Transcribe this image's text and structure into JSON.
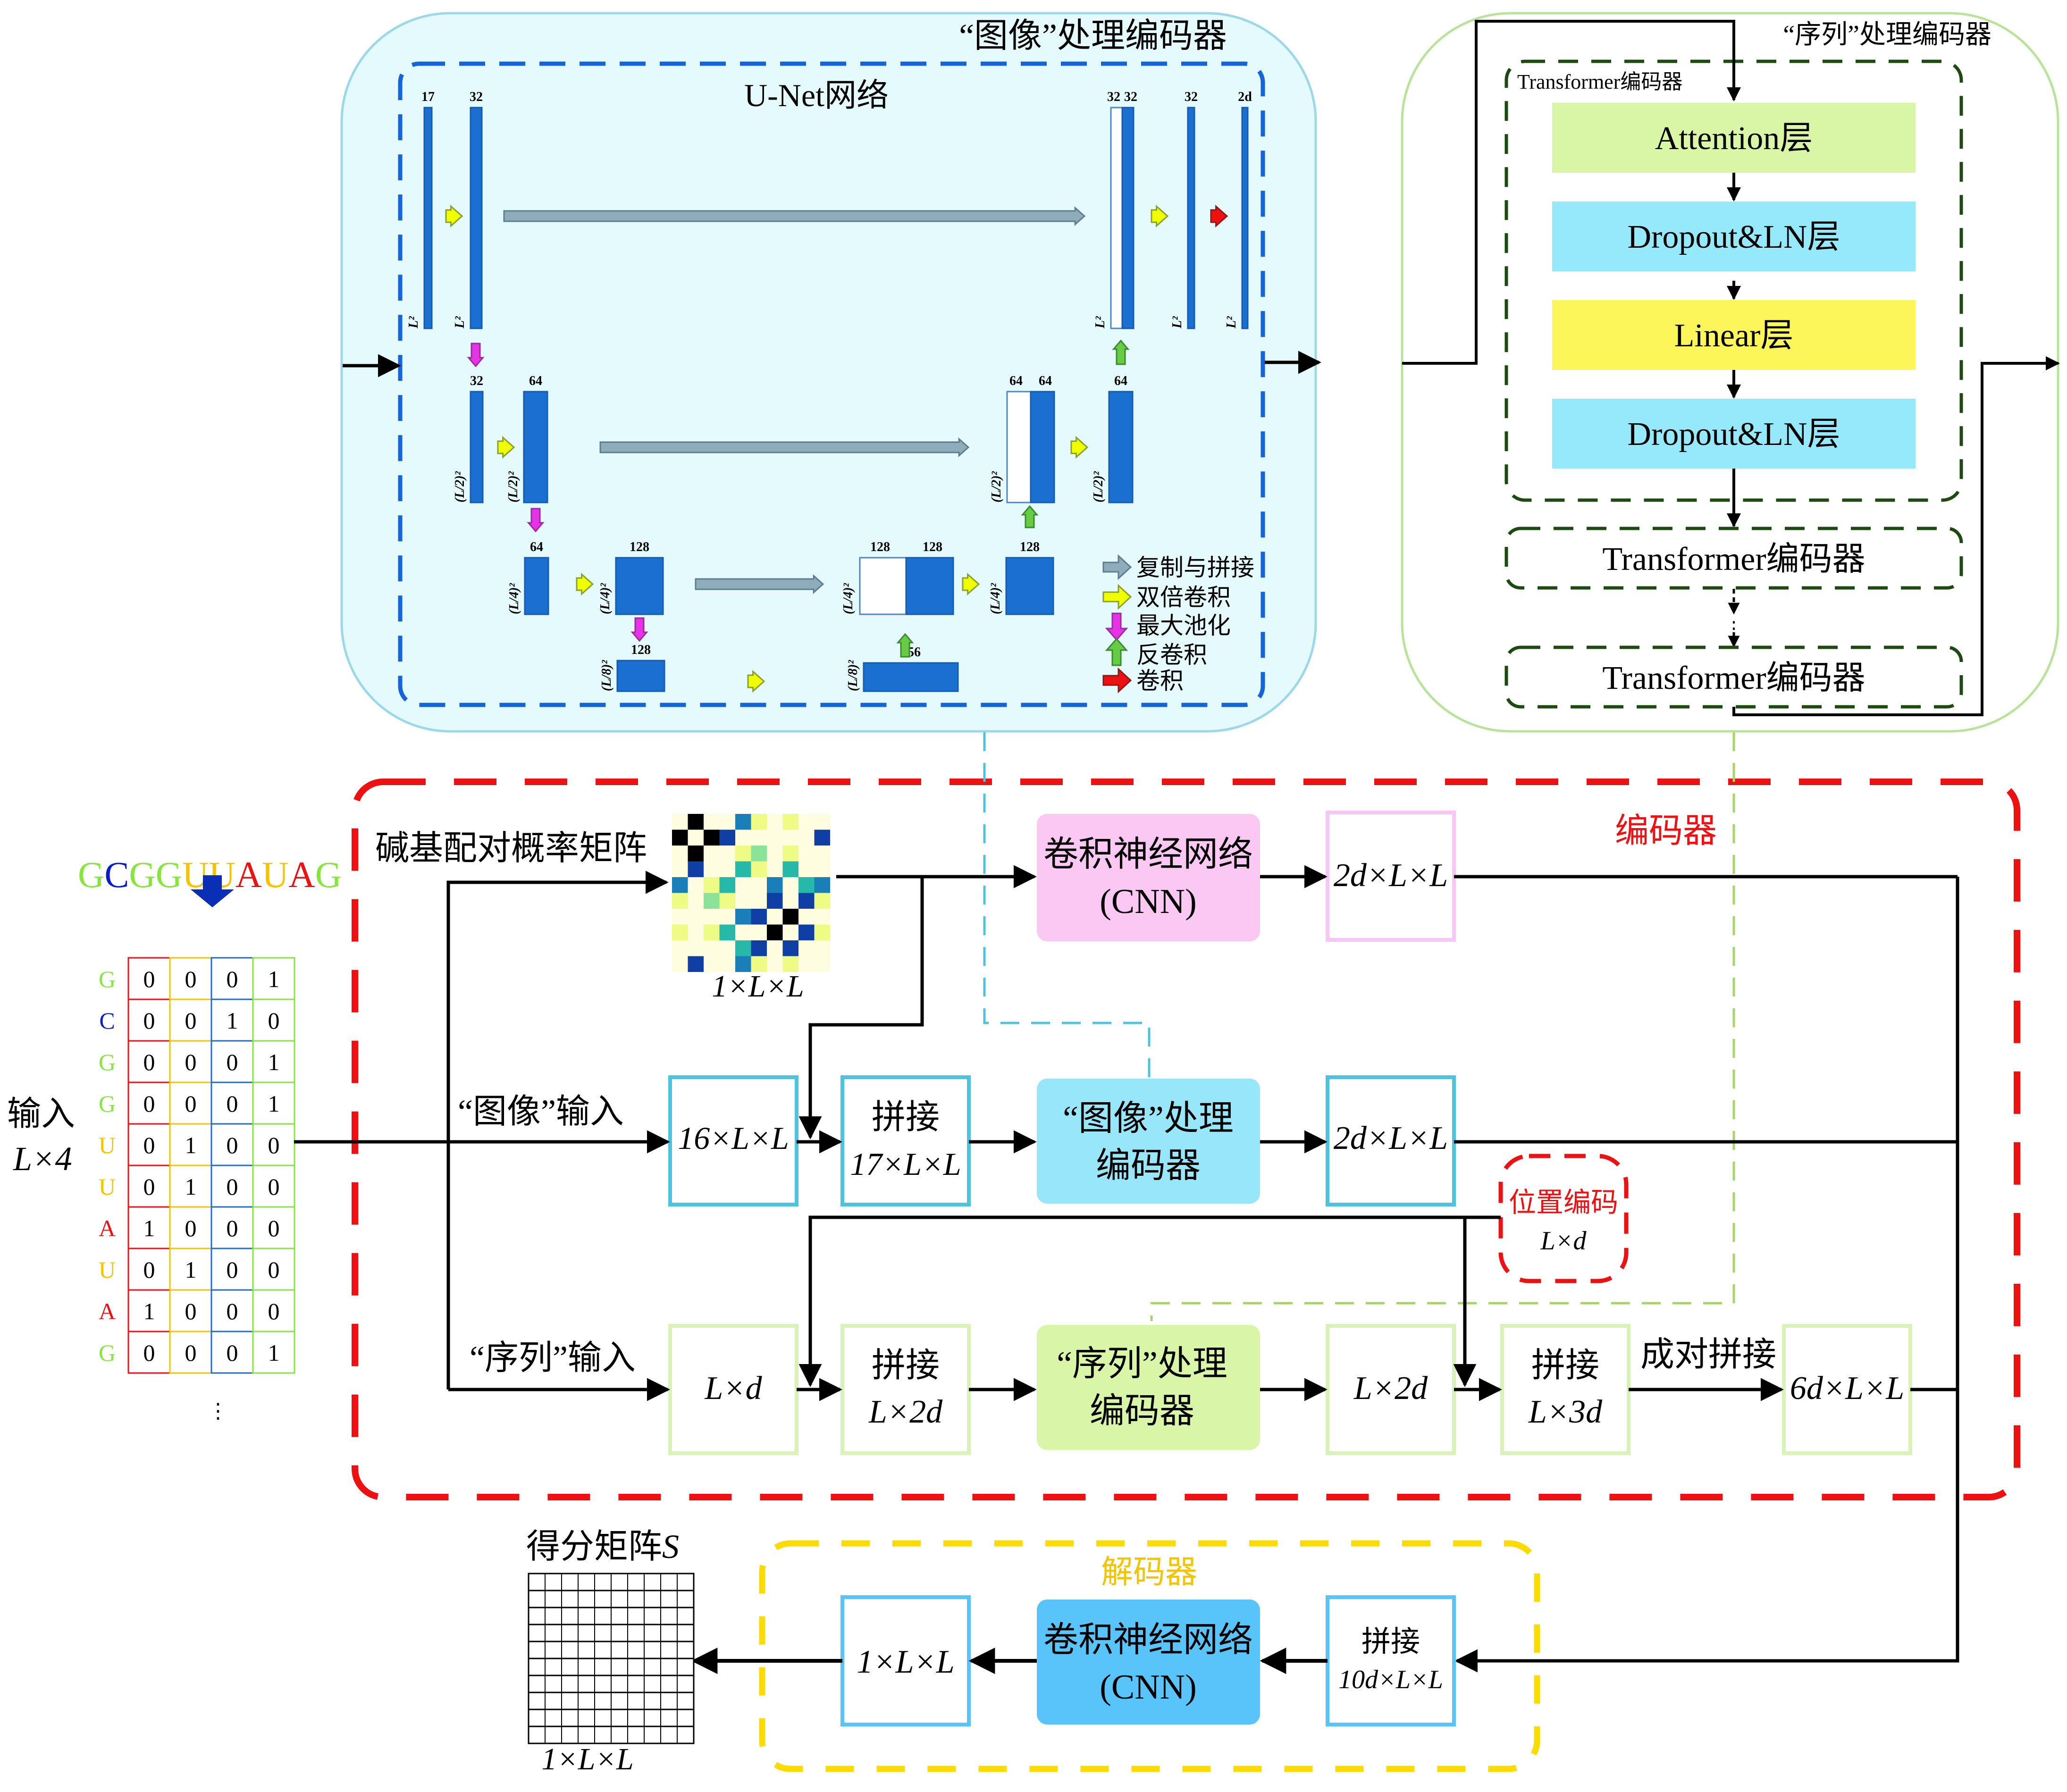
{
  "colors": {
    "image_encoder_bg": "#e4fafc",
    "image_encoder_border": "#9ad8ea",
    "unet_border": "#1565d8",
    "unet_block": "#1a6fd1",
    "seq_encoder_border": "#b8e49a",
    "transformer_border": "#1c4a10",
    "attention": "#d9f5a6",
    "dropout_ln": "#96e9fb",
    "linear": "#fdf65a",
    "encoder_border": "#ee1111",
    "decoder_border": "#fcdc00",
    "decoder_title": "#f5c400",
    "cnn_pink": "#fbc8f4",
    "cnn_pink_border": "#f7c6f4",
    "img_box_border": "#4ec3de",
    "img_proc_fill": "#97e6fa",
    "seq_box_border": "#d8f2b8",
    "seq_proc_fill": "#d8f5a8",
    "decoder_cnn": "#58c4fa",
    "decoder_box_border": "#58c4fa",
    "arrow_copy": "#8eacba",
    "arrow_double_conv": "#f0ff00",
    "arrow_maxpool": "#e633e6",
    "arrow_deconv": "#66cc44",
    "arrow_conv": "#ee1111",
    "base_G": "#86e63c",
    "base_C": "#0a1ccf",
    "base_U": "#f5c400",
    "base_A": "#ee1111",
    "pos_enc": "#ee1111"
  },
  "image_encoder": {
    "title": "“图像”处理编码器",
    "unet_title": "U-Net网络",
    "blocks": {
      "r1_c1": {
        "channels": "17",
        "size": "L²"
      },
      "r1_c2": {
        "channels": "32",
        "size": "L²"
      },
      "r1_c3a": {
        "channels": "32"
      },
      "r1_c3b": {
        "channels": "32",
        "size": "L²"
      },
      "r1_c4": {
        "channels": "32",
        "size": "L²"
      },
      "r1_c5": {
        "channels": "2d",
        "size": "L²"
      },
      "r2_c1": {
        "channels": "32",
        "size": "(L/2)²"
      },
      "r2_c2": {
        "channels": "64",
        "size": "(L/2)²"
      },
      "r2_c3a": {
        "channels": "64"
      },
      "r2_c3b": {
        "channels": "64",
        "size": "(L/2)²"
      },
      "r2_c4": {
        "channels": "64",
        "size": "(L/2)²"
      },
      "r3_c1": {
        "channels": "64",
        "size": "(L/4)²"
      },
      "r3_c2": {
        "channels": "128",
        "size": "(L/4)²"
      },
      "r3_c3a": {
        "channels": "128"
      },
      "r3_c3b": {
        "channels": "128",
        "size": "(L/4)²"
      },
      "r3_c4": {
        "channels": "128",
        "size": "(L/4)²"
      },
      "r4_c1": {
        "channels": "128",
        "size": "(L/8)²"
      },
      "r4_c2": {
        "channels": "256",
        "size": "(L/8)²"
      }
    },
    "legend": [
      {
        "icon": "copy-concat-arrow",
        "label": "复制与拼接"
      },
      {
        "icon": "double-conv-arrow",
        "label": "双倍卷积"
      },
      {
        "icon": "max-pool-arrow",
        "label": "最大池化"
      },
      {
        "icon": "deconv-arrow",
        "label": "反卷积"
      },
      {
        "icon": "conv-arrow",
        "label": "卷积"
      }
    ]
  },
  "sequence_encoder": {
    "title": "“序列”处理编码器",
    "transformer_label": "Transformer编码器",
    "layers": [
      "Attention层",
      "Dropout&LN层",
      "Linear层",
      "Dropout&LN层"
    ],
    "stacked": [
      "Transformer编码器",
      "Transformer编码器"
    ],
    "ellipsis": "⋮"
  },
  "input": {
    "sequence": [
      {
        "base": "G",
        "color": "#86e63c"
      },
      {
        "base": "C",
        "color": "#0a1ccf"
      },
      {
        "base": "G",
        "color": "#86e63c"
      },
      {
        "base": "G",
        "color": "#86e63c"
      },
      {
        "base": "U",
        "color": "#f5c400"
      },
      {
        "base": "U",
        "color": "#f5c400"
      },
      {
        "base": "A",
        "color": "#ee1111"
      },
      {
        "base": "U",
        "color": "#f5c400"
      },
      {
        "base": "A",
        "color": "#ee1111"
      },
      {
        "base": "G",
        "color": "#86e63c"
      }
    ],
    "label": "输入",
    "shape": "L×4",
    "one_hot_rows": [
      [
        0,
        0,
        0,
        1
      ],
      [
        0,
        0,
        1,
        0
      ],
      [
        0,
        0,
        0,
        1
      ],
      [
        0,
        0,
        0,
        1
      ],
      [
        0,
        1,
        0,
        0
      ],
      [
        0,
        1,
        0,
        0
      ],
      [
        1,
        0,
        0,
        0
      ],
      [
        0,
        1,
        0,
        0
      ],
      [
        1,
        0,
        0,
        0
      ],
      [
        0,
        0,
        0,
        1
      ]
    ],
    "column_colors": [
      "#ee1111",
      "#f5c400",
      "#1a6fd1",
      "#86e63c"
    ],
    "more": "⋮"
  },
  "encoder": {
    "title": "编码器",
    "bpp_label": "碱基配对概率矩阵",
    "bpp_shape": "1×L×L",
    "bpp_heatmap": [
      [
        0,
        4,
        0,
        0,
        2,
        1,
        0,
        1,
        0,
        0
      ],
      [
        4,
        0,
        4,
        3,
        0,
        0,
        0,
        0,
        0,
        3
      ],
      [
        0,
        4,
        0,
        0,
        1,
        1.5,
        0,
        1,
        0,
        0
      ],
      [
        0,
        3,
        0,
        0,
        1.8,
        1,
        0,
        1.8,
        0,
        0
      ],
      [
        2,
        0,
        1,
        1.8,
        0,
        0,
        2,
        0,
        1.8,
        2.1
      ],
      [
        1,
        0,
        1.5,
        1,
        0,
        0,
        3,
        0,
        3.5,
        1
      ],
      [
        0,
        0,
        0,
        0,
        2,
        3,
        0,
        4,
        0,
        0
      ],
      [
        1,
        0,
        1,
        1.8,
        0,
        0,
        4,
        0,
        3,
        1
      ],
      [
        0,
        0,
        0,
        0,
        1.8,
        3.5,
        0,
        3,
        0,
        0
      ],
      [
        0,
        3,
        0,
        0,
        2,
        1,
        0,
        1,
        0,
        0
      ]
    ],
    "cnn_label_1": "卷积神经网络",
    "cnn_label_2": "(CNN)",
    "cnn_out": "2d×L×L",
    "image_input_label": "“图像”输入",
    "image_feat": "16×L×L",
    "concat_label": "拼接",
    "image_concat": "17×L×L",
    "image_proc_1": "“图像”处理",
    "image_proc_2": "编码器",
    "image_out": "2d×L×L",
    "pos_enc_label": "位置编码",
    "pos_enc_shape": "L×d",
    "seq_input_label": "“序列”输入",
    "seq_feat": "L×d",
    "seq_concat": "L×2d",
    "seq_proc_1": "“序列”处理",
    "seq_proc_2": "编码器",
    "seq_out": "L×2d",
    "seq_concat2": "L×3d",
    "pairwise_label": "成对拼接",
    "pairwise_out": "6d×L×L"
  },
  "decoder": {
    "title": "解码器",
    "concat_label": "拼接",
    "concat_shape": "10d×L×L",
    "cnn_label_1": "卷积神经网络",
    "cnn_label_2": "(CNN)",
    "out_shape": "1×L×L",
    "score_label": "得分矩阵",
    "score_symbol": "S",
    "score_shape": "1×L×L"
  }
}
